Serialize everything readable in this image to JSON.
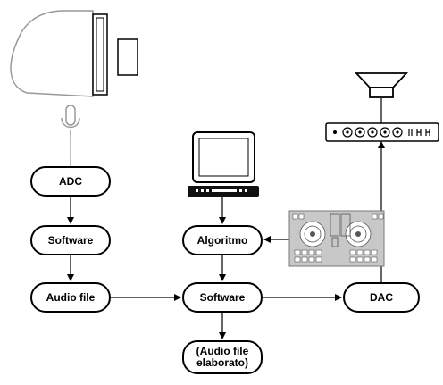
{
  "nodes": {
    "adc": "ADC",
    "software_left": "Software",
    "audio_file": "Audio file",
    "algorithm": "Algoritmo",
    "software_center": "Software",
    "dac": "DAC",
    "processed_audio": "(Audio file elaborato)"
  },
  "icons": [
    "grand-piano-icon",
    "microphone-icon",
    "laptop-icon",
    "dj-controller-icon",
    "amplifier-icon",
    "loudspeaker-icon"
  ],
  "colors": {
    "stroke": "#000000",
    "icon_gray": "#9a9a9a",
    "dj_fill": "#c8c8c8"
  }
}
